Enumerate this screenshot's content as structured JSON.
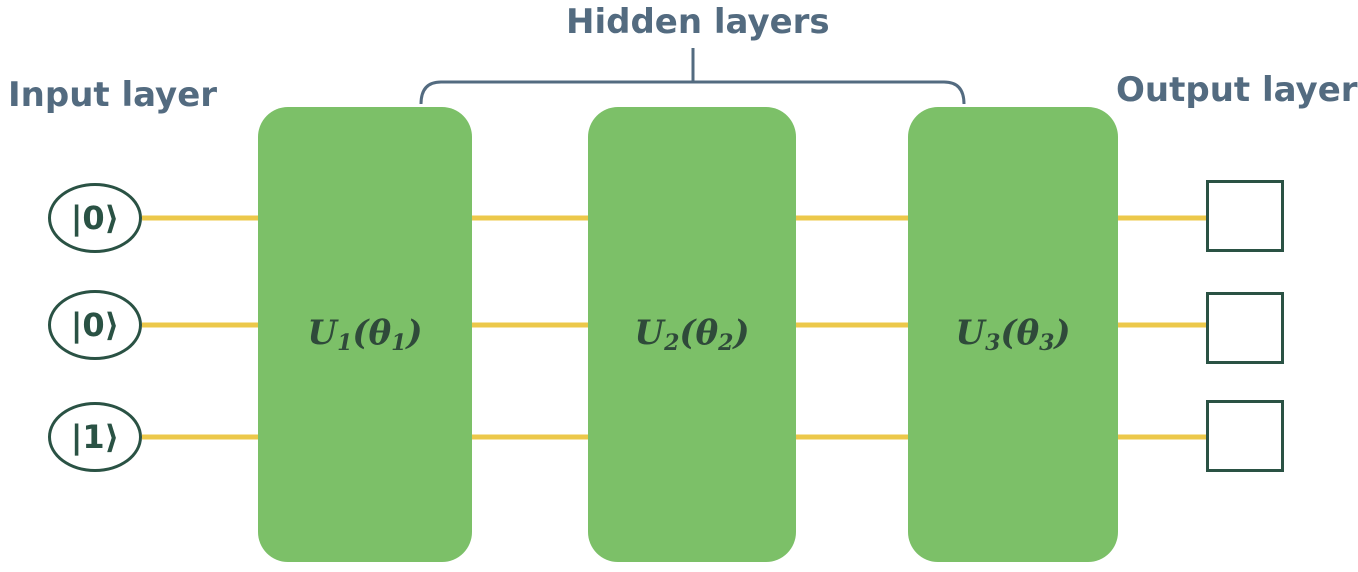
{
  "labels": {
    "input": "Input layer",
    "hidden": "Hidden layers",
    "output": "Output layer"
  },
  "inputs": [
    {
      "ket": "0"
    },
    {
      "ket": "0"
    },
    {
      "ket": "1"
    }
  ],
  "gates": [
    {
      "name": "U",
      "index": "1",
      "param": "θ",
      "param_index": "1"
    },
    {
      "name": "U",
      "index": "2",
      "param": "θ",
      "param_index": "2"
    },
    {
      "name": "U",
      "index": "3",
      "param": "θ",
      "param_index": "3"
    }
  ],
  "colors": {
    "label_text": "#536b80",
    "bracket": "#536b80",
    "gate_fill": "#7cc068",
    "gate_text": "#2f4a3a",
    "wire": "#ecc84a",
    "node_border": "#2a5244",
    "ket_text": "#2a5244"
  }
}
